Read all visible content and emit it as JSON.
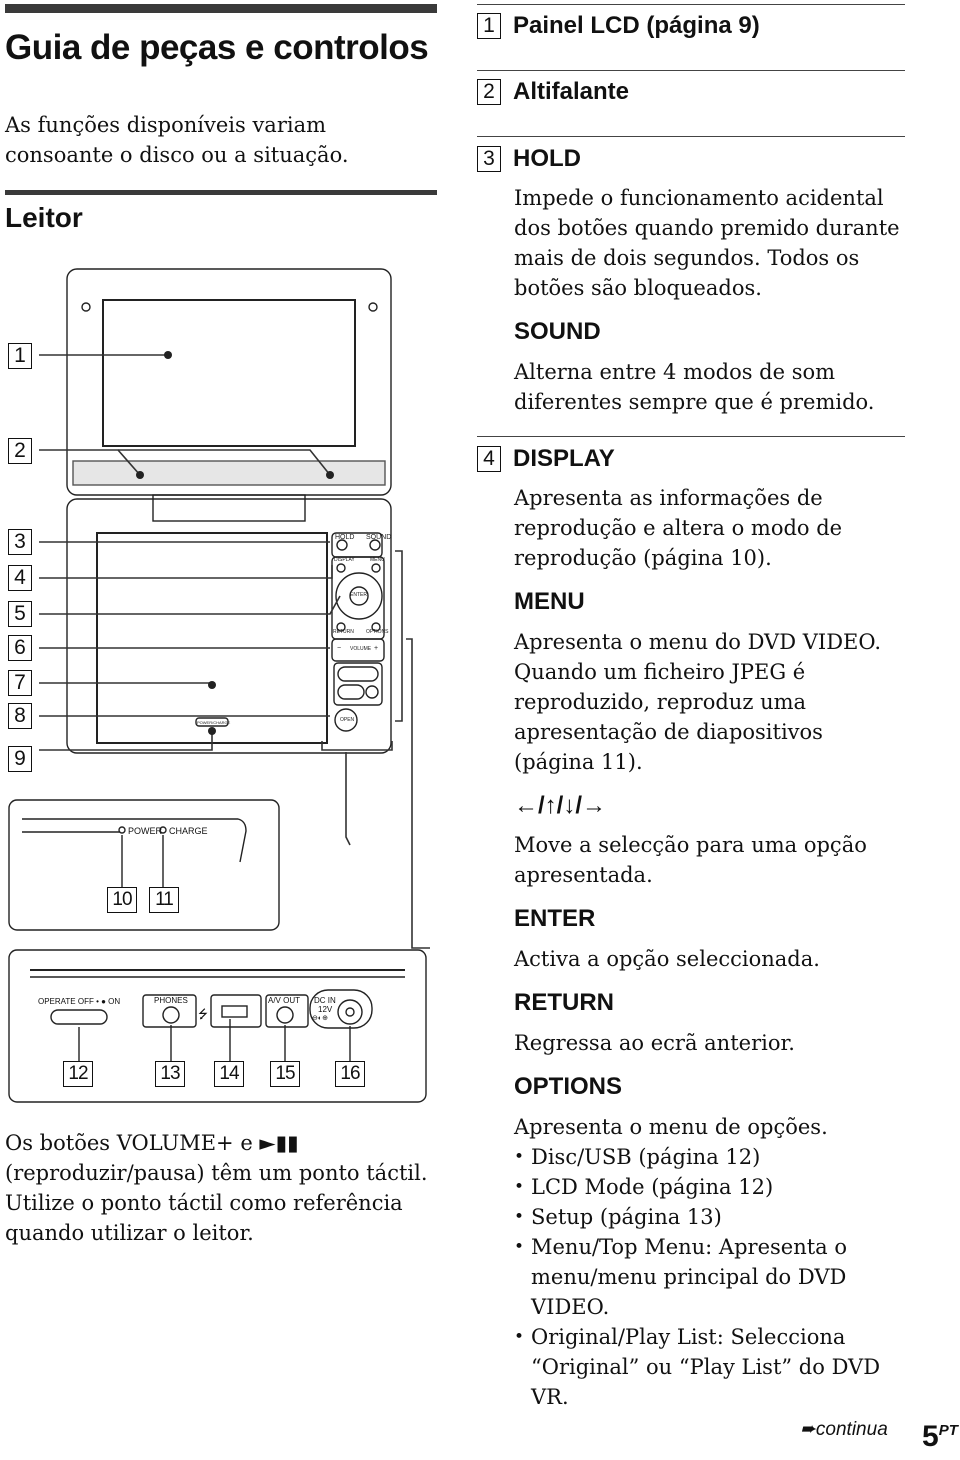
{
  "left": {
    "title": "Guia de peças e controlos",
    "intro": "As funções disponíveis variam consoante o disco ou a situação.",
    "subtitle": "Leitor",
    "callouts": [
      "1",
      "2",
      "3",
      "4",
      "5",
      "6",
      "7",
      "8",
      "9",
      "10",
      "11",
      "12",
      "13",
      "14",
      "15",
      "16"
    ],
    "panel_labels": {
      "hold": "HOLD",
      "sound": "SOUND",
      "display": "DISPLAY",
      "menu": "MENU",
      "enter": "ENTER",
      "return": "RETURN",
      "options": "OPTIONS",
      "volume": "VOLUME",
      "minus": "−",
      "plus": "+",
      "open": "OPEN",
      "power_charge": "POWER/CHARGE"
    },
    "edge_labels": {
      "power": "POWER",
      "charge": "CHARGE",
      "operate": "OPERATE OFF • ● ON",
      "phones": "PHONES",
      "usb": "⭍",
      "av_out": "A/V OUT",
      "dc_in": "DC IN",
      "dc_volt": "12V",
      "dc_sym": "⊖◐⊕"
    },
    "note": "Os botões VOLUME+ e ►▮▮ (reproduzir/pausa) têm um ponto táctil. Utilize o ponto táctil como referência quando utilizar o leitor."
  },
  "right": {
    "s1": {
      "num": "1",
      "title": "Painel LCD (página 9)"
    },
    "s2": {
      "num": "2",
      "title": "Altifalante"
    },
    "s3": {
      "num": "3",
      "title": "HOLD",
      "text": "Impede o funcionamento acidental dos botões quando premido durante mais de dois segundos. Todos os botões são bloqueados.",
      "sub_title": "SOUND",
      "sub_text": "Alterna entre 4 modos de som diferentes sempre que é premido."
    },
    "s4": {
      "num": "4",
      "title": "DISPLAY",
      "text": "Apresenta as informações de reprodução e altera o modo de reprodução (página 10).",
      "menu_title": "MENU",
      "menu_text": "Apresenta o menu do DVD VIDEO. Quando um ficheiro JPEG é reproduzido, reproduz uma apresentação de diapositivos (página 11).",
      "arrows_title": "←/↑/↓/→",
      "arrows_text": "Move a selecção para uma opção apresentada.",
      "enter_title": "ENTER",
      "enter_text": "Activa a opção seleccionada.",
      "return_title": "RETURN",
      "return_text": "Regressa ao ecrã anterior.",
      "options_title": "OPTIONS",
      "options_text": "Apresenta o menu de opções.",
      "options_list": [
        "Disc/USB (página 12)",
        "LCD Mode (página 12)",
        "Setup (página 13)",
        "Menu/Top Menu: Apresenta o menu/menu principal do DVD VIDEO.",
        "Original/Play List: Selecciona “Original” ou “Play List” do DVD VR."
      ]
    }
  },
  "footer": {
    "continua": "➨continua",
    "page": "5",
    "page_sup": "PT"
  }
}
